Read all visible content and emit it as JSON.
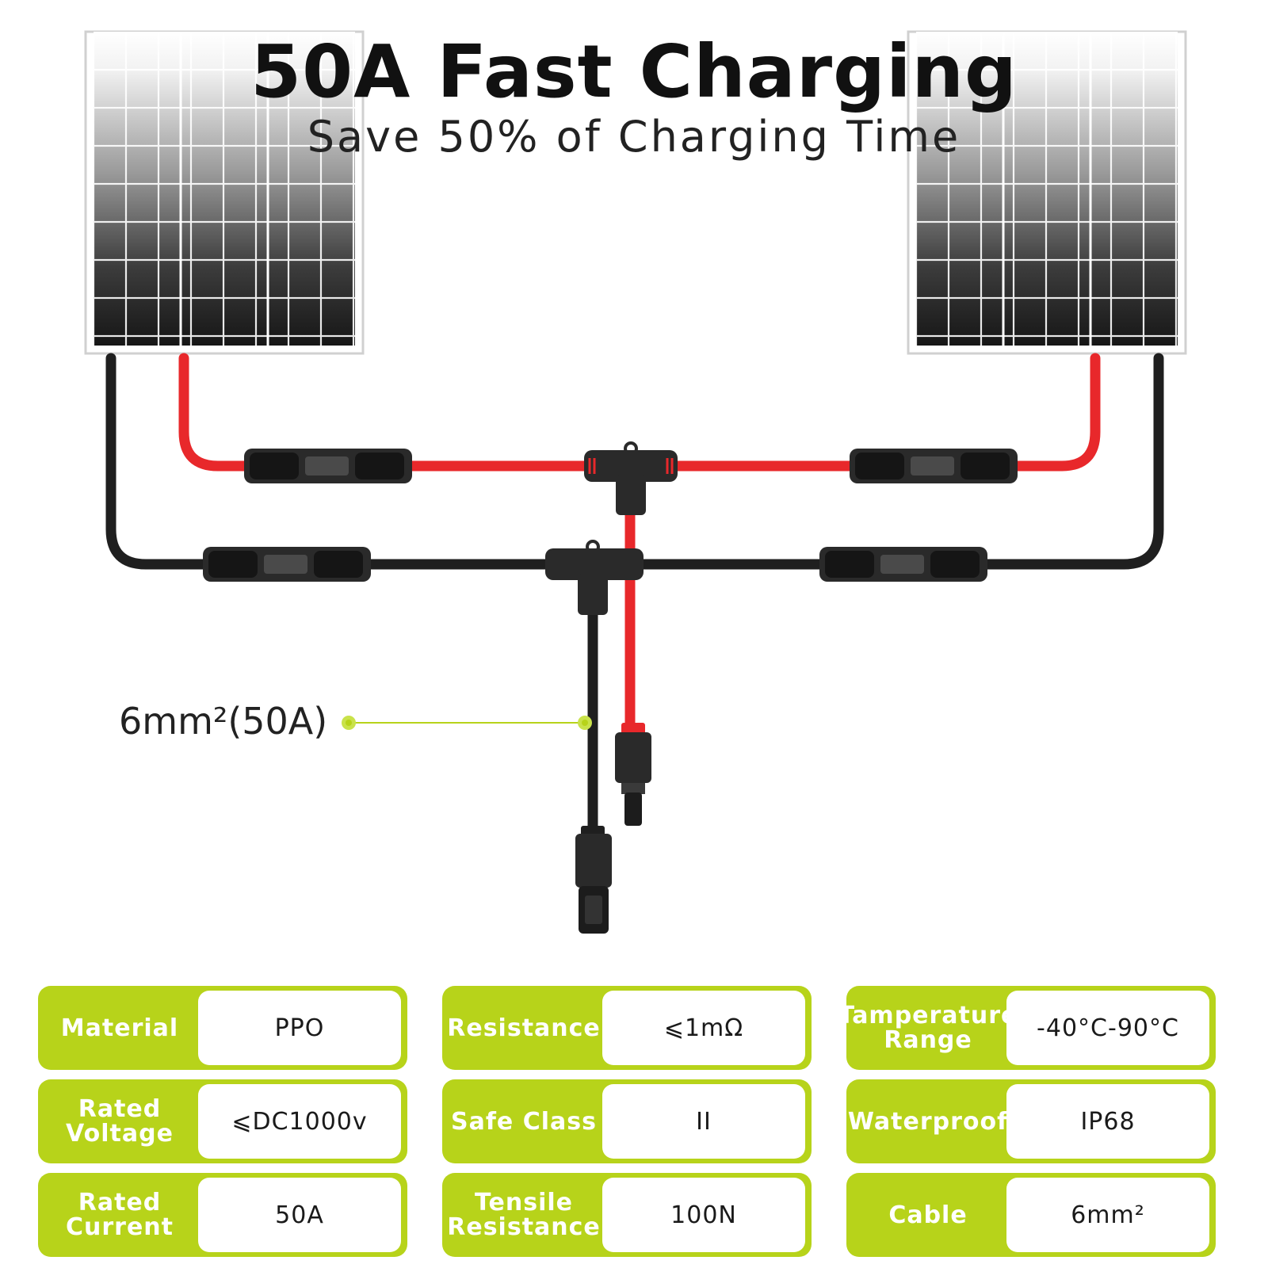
{
  "header": {
    "title": "50A Fast Charging",
    "subtitle": "Save 50% of Charging Time"
  },
  "callout": {
    "label": "6mm²(50A)"
  },
  "colors": {
    "accent": "#b7d31a",
    "positive_cable": "#e8282b",
    "negative_cable": "#1f1f1f",
    "connector": "#2a2a2a"
  },
  "specs": [
    {
      "label": "Material",
      "value": "PPO"
    },
    {
      "label": "Resistance",
      "value": "⩽1mΩ"
    },
    {
      "label": "Tamperature Range",
      "value": "-40°C-90°C"
    },
    {
      "label": "Rated Voltage",
      "value": "⩽DC1000v"
    },
    {
      "label": "Safe Class",
      "value": "II"
    },
    {
      "label": "Waterproof",
      "value": "IP68"
    },
    {
      "label": "Rated Current",
      "value": "50A"
    },
    {
      "label": "Tensile Resistance",
      "value": "100N"
    },
    {
      "label": "Cable",
      "value": "6mm²"
    }
  ]
}
